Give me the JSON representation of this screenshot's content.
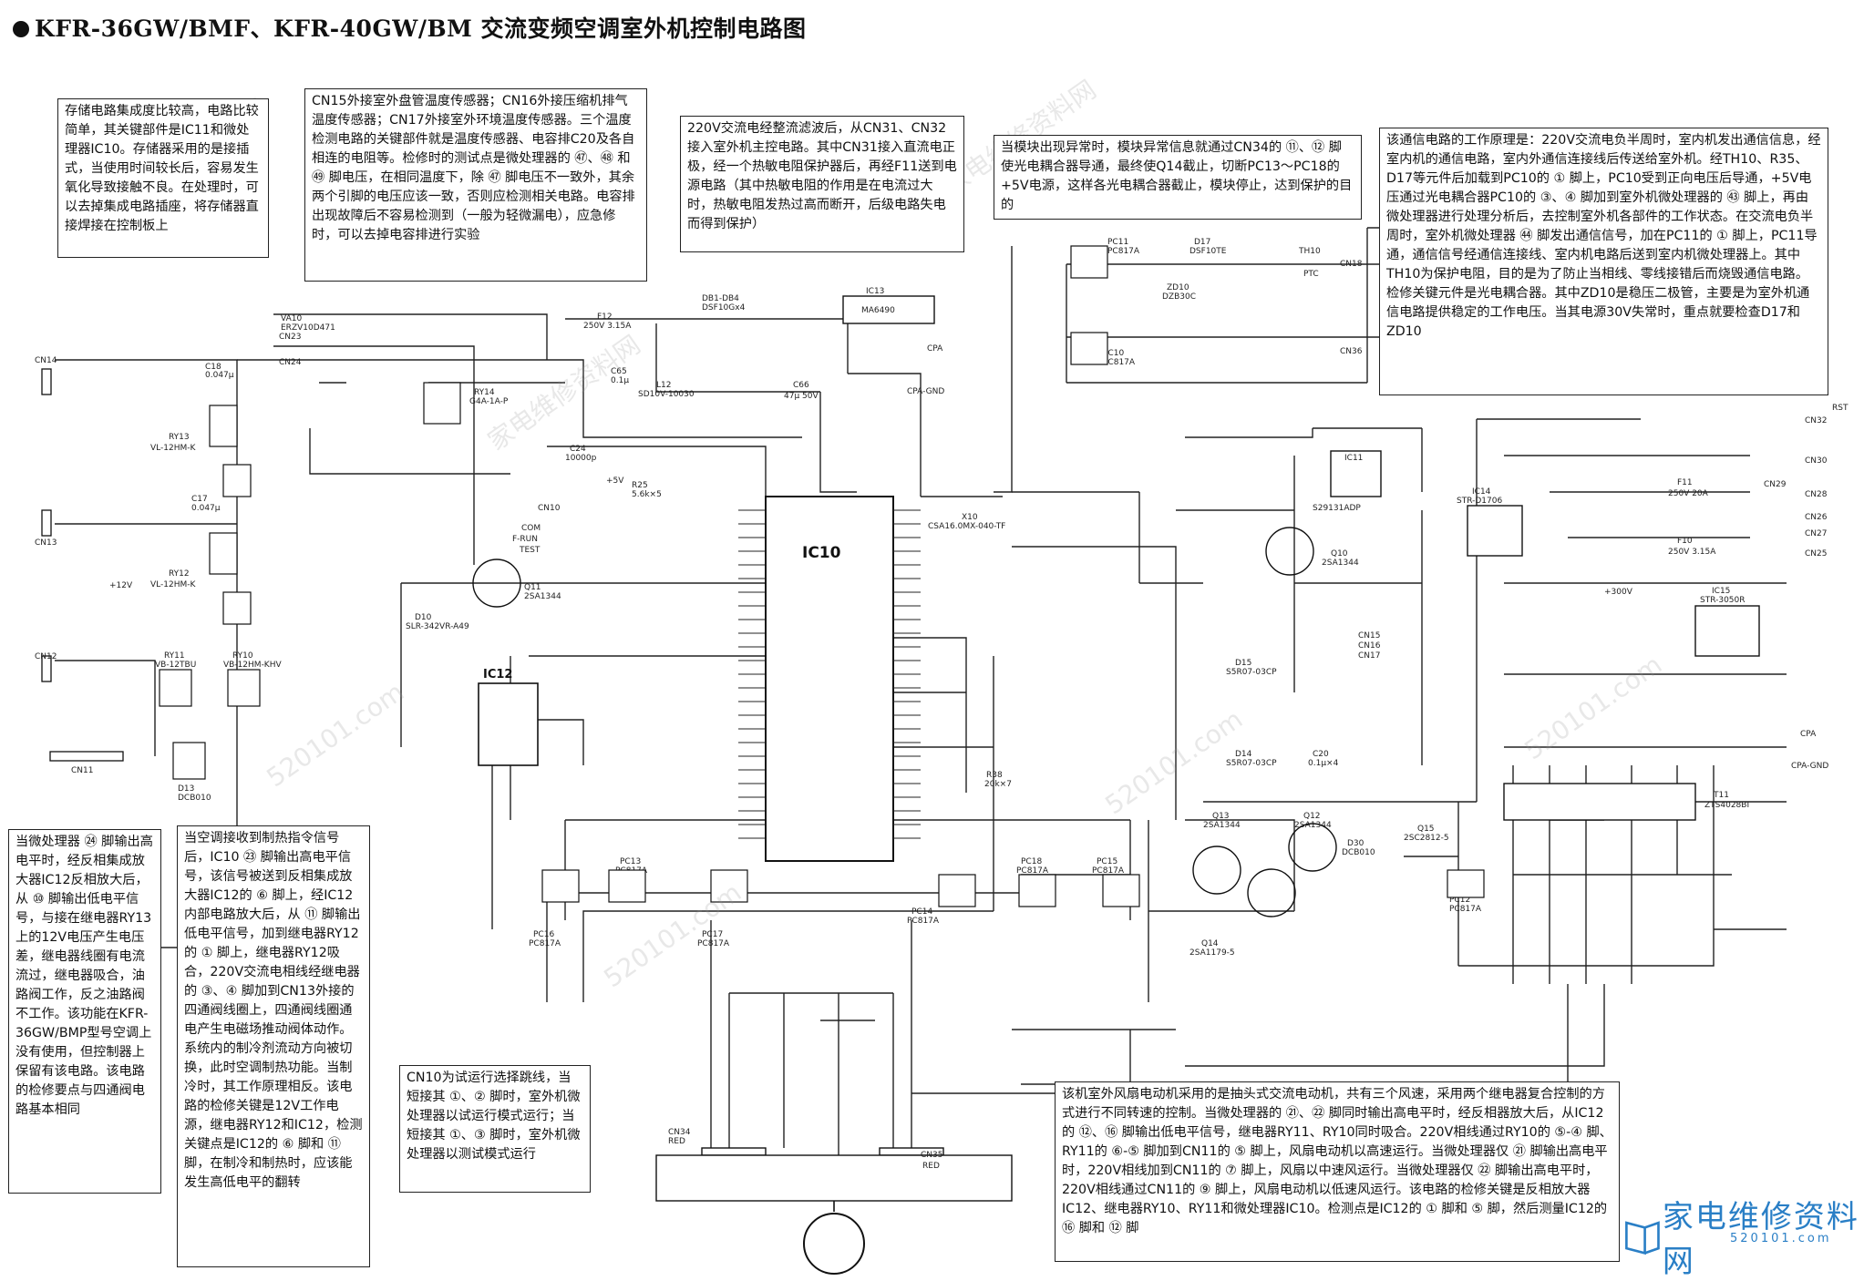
{
  "title": "KFR-36GW/BMF、KFR-40GW/BM 交流变频空调室外机控制电路图",
  "notes": {
    "memory": "存储电路集成度比较高，电路比较简单，其关键部件是IC11和微处理器IC10。存储器采用的是接插式，当使用时间较长后，容易发生氧化导致接触不良。在处理时，可以去掉集成电路插座，将存储器直接焊接在控制板上",
    "sensor": "CN15外接室外盘管温度传感器；CN16外接压缩机排气温度传感器；CN17外接室外环境温度传感器。三个温度检测电路的关键部件就是温度传感器、电容排C20及各自相连的电阻等。检修时的测试点是微处理器的 ㊼、㊽ 和 ㊾ 脚电压，在相同温度下，除 ㊼ 脚电压不一致外，其余两个引脚的电压应该一致，否则应检测相关电路。电容排出现故障后不容易检测到（一般为轻微漏电），应急修时，可以去掉电容排进行实验",
    "power": "220V交流电经整流滤波后，从CN31、CN32接入室外机主控电路。其中CN31接入直流电正极，经一个热敏电阻保护器后，再经F11送到电源电路（其中热敏电阻的作用是在电流过大时，热敏电阻发热过高而断开，后级电路失电而得到保护）",
    "module": "当模块出现异常时，模块异常信息就通过CN34的 ⑪、⑫ 脚使光电耦合器导通，最终使Q14截止，切断PC13～PC18的+5V电源，这样各光电耦合器截止，模块停止，达到保护的目的",
    "comm": "该通信电路的工作原理是：220V交流电负半周时，室内机发出通信信息，经室内机的通信电路，室内外通信连接线后传送给室外机。经TH10、R35、D17等元件后加载到PC10的 ① 脚上，PC10受到正向电压后导通，+5V电压通过光电耦合器PC10的 ③、④ 脚加到室外机微处理器的 ㊸ 脚上，再由微处理器进行处理分析后，去控制室外机各部件的工作状态。在交流电负半周时，室外机微处理器 ㊹ 脚发出通信信号，加在PC11的 ① 脚上，PC11导通，通信信号经通信连接线、室内机电路后送到室内机微处理器上。其中TH10为保护电阻，目的是为了防止当相线、零线接错后而烧毁通信电路。检修关键元件是光电耦合器。其中ZD10是稳压二极管，主要是为室外机通信电路提供稳定的工作电压。当其电源30V失常时，重点就要检查D17和ZD10",
    "valve": "当微处理器 ㉔ 脚输出高电平时，经反相集成放大器IC12反相放大后，从 ⑩ 脚输出低电平信号，与接在继电器RY13上的12V电压产生电压差，继电器线圈有电流流过，继电器吸合，油路阀工作，反之油路阀不工作。该功能在KFR-36GW/BMP型号空调上没有使用，但控制器上保留有该电路。该电路的检修要点与四通阀电路基本相同",
    "fourway": "当空调接收到制热指令信号后，IC10 ㉓ 脚输出高电平信号，该信号被送到反相集成放大器IC12的 ⑥ 脚上，经IC12内部电路放大后，从 ⑪ 脚输出低电平信号，加到继电器RY12的 ① 脚上，继电器RY12吸合，220V交流电相线经继电器的 ③、④ 脚加到CN13外接的四通阀线圈上，四通阀线圈通电产生电磁场推动阀体动作。系统内的制冷剂流动方向被切换，此时空调制热功能。当制冷时，其工作原理相反。该电路的检修关键是12V工作电源，继电器RY12和IC12，检测关键点是IC12的 ⑥ 脚和 ⑪ 脚，在制冷和制热时，应该能发生高低电平的翻转",
    "testrun": "CN10为试运行选择跳线，当短接其 ①、② 脚时，室外机微处理器以试运行模式运行；当短接其 ①、③ 脚时，室外机微处理器以测试模式运行",
    "fan": "该机室外风扇电动机采用的是抽头式交流电动机，共有三个风速，采用两个继电器复合控制的方式进行不同转速的控制。当微处理器的 ㉑、㉒ 脚同时输出高电平时，经反相器放大后，从IC12的 ⑫、⑯ 脚输出低电平信号，继电器RY11、RY10同时吸合。220V相线通过RY10的 ⑤-④ 脚、RY11的 ⑥-⑤ 脚加到CN11的 ⑤ 脚上，风扇电动机以高速运行。当微处理器仅 ㉑ 脚输出高电平时，220V相线加到CN11的 ⑦ 脚上，风扇以中速风运行。当微处理器仅 ㉒ 脚输出高电平时，220V相线通过CN11的 ⑨ 脚上，风扇电动机以低速风运行。该电路的检修关键是反相放大器IC12、继电器RY10、RY11和微处理器IC10。检测点是IC12的 ① 脚和 ⑤ 脚，然后测量IC12的 ⑯ 脚和 ⑫ 脚"
  },
  "components": {
    "ic10": "IC10",
    "ic12": "IC12",
    "ic13": "IC13",
    "ic13_part": "MA6490",
    "ic11": "IC11",
    "ic11_part": "S29131ADP",
    "ic14": "IC14",
    "ic14_part": "STR-D1706",
    "ic15": "IC15",
    "ic15_part": "STR-3050R",
    "t11": "T11",
    "t11_part": "ZTS4028BI",
    "cn14": "CN14",
    "cn13": "CN13",
    "cn12": "CN12",
    "cn11": "CN11",
    "cn23": "CN23",
    "cn24": "CN24",
    "cn10": "CN10",
    "cn18": "CN18",
    "cn36": "CN36",
    "cn32": "CN32",
    "cn30": "CN30",
    "cn29": "CN29",
    "cn28": "CN28",
    "cn26": "CN26",
    "cn27": "CN27",
    "cn25": "CN25",
    "cn15": "CN15",
    "cn16": "CN16",
    "cn17": "CN17",
    "cn34": "CN34",
    "cn34_sub": "RED",
    "cn35": "CN35",
    "cn35_sub": "RED",
    "cpa": "CPA",
    "cpa_gnd": "CPA-GND",
    "rst": "RST",
    "ry13": "RY13",
    "ry13_part": "VL-12HM-K",
    "ry12": "RY12",
    "ry12_part": "VL-12HM-K",
    "ry11": "RY11",
    "ry11_part": "VB-12TBU",
    "ry10": "RY10",
    "ry10_part": "VB-12HM-KHV",
    "ry14": "RY14",
    "ry14_part": "G4A-1A-P",
    "va10": "VA10",
    "va10_part": "ERZV10D471",
    "f12": "F12",
    "f12_part": "250V 3.15A",
    "f11": "F11",
    "f11_part": "250V 20A",
    "f10": "F10",
    "f10_part": "250V 3.15A",
    "db1": "DB1-DB4",
    "db1_part": "DSF10Gx4",
    "x10": "X10",
    "x10_part": "CSA16.0MX-040-TF",
    "q11": "Q11",
    "q11_part": "2SA1344",
    "q10": "Q10",
    "q10_part": "2SA1344",
    "q12": "Q12",
    "q12_part": "2SA1344",
    "q13": "Q13",
    "q13_part": "2SA1344",
    "q14": "Q14",
    "q14_part": "2SA1179-5",
    "q15": "Q15",
    "q15_part": "2SC2812-5",
    "pc10": "PC10",
    "pc11": "PC11",
    "pc12": "PC12",
    "pc13": "PC13",
    "pc14": "PC14",
    "pc15": "PC15",
    "pc16": "PC16",
    "pc17": "PC17",
    "pc18": "PC18",
    "pc_part": "PC817A",
    "d10": "D10",
    "d10_part": "SLR-342VR-A49",
    "d13": "D13",
    "d13_part": "DCB010",
    "d14": "D14",
    "d14_part": "S5R07-03CP",
    "d15": "D15",
    "d15_part": "S5R07-03CP",
    "d17": "D17",
    "d17_part": "DSF10TE",
    "zd10": "ZD10",
    "zd10_part": "DZB30C",
    "d30": "D30",
    "d30_part": "DCB010",
    "l12": "L12",
    "l12_part": "SD10V-10030",
    "th10": "TH10",
    "th10_part": "PTC",
    "r25": "R25",
    "r25_part": "5.6k×5",
    "r38": "R38",
    "r38_part": "20k×7",
    "c20": "C20",
    "c20_part": "0.1μ×4",
    "c24": "C24",
    "c24_part": "10000p",
    "c66": "C66",
    "c66_part": "47μ 50V",
    "c65": "C65",
    "c65_part": "0.1μ",
    "c18": "C18",
    "c18_part": "0.047μ",
    "c17": "C17",
    "c17_part": "0.047μ",
    "plus5v": "+5V",
    "plus12v": "+12V",
    "plus300v": "+300V",
    "pin_com": "COM",
    "pin_frun": "F-RUN",
    "pin_test": "TEST"
  },
  "brand": {
    "name": "家电维修资料网",
    "url": "520101.com"
  }
}
